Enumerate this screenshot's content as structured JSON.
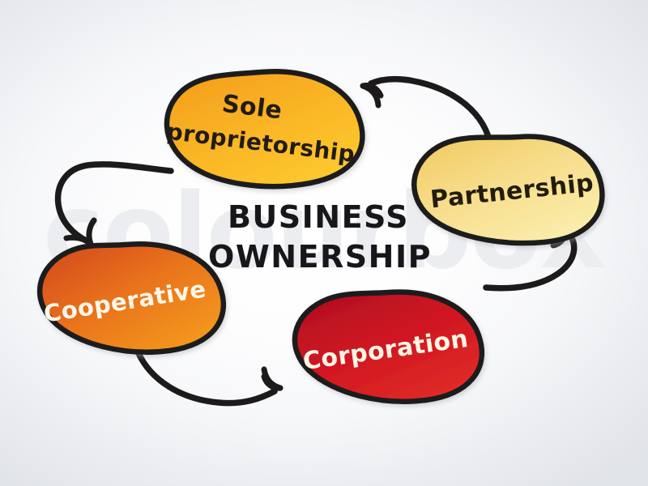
{
  "diagram": {
    "type": "cycle-mind-map",
    "center_title_line1": "BUSINESS",
    "center_title_line2": "OWNERSHIP",
    "background_color": "#e2e5e9",
    "background_center_color": "#ffffff",
    "stroke_color": "#1a1a1a",
    "nodes": [
      {
        "id": "sole-proprietorship",
        "label_line1": "Sole",
        "label_line2": "proprietorship",
        "fill_start": "#f5a623",
        "fill_end": "#fdc82f",
        "text_color": "#211b12",
        "position": "top"
      },
      {
        "id": "partnership",
        "label_line1": "Partnership",
        "label_line2": "",
        "fill_start": "#f2d06b",
        "fill_end": "#fae9a6",
        "text_color": "#1f1a10",
        "position": "right"
      },
      {
        "id": "corporation",
        "label_line1": "Corporation",
        "label_line2": "",
        "fill_start": "#b91221",
        "fill_end": "#e02a26",
        "text_color": "#fdf6e6",
        "position": "bottom"
      },
      {
        "id": "cooperative",
        "label_line1": "Cooperative",
        "label_line2": "",
        "fill_start": "#d9521b",
        "fill_end": "#f2941f",
        "text_color": "#fdf7e8",
        "position": "left"
      }
    ],
    "arrows": [
      {
        "id": "arrow-partnership-to-sole",
        "from": "partnership",
        "to": "sole-proprietorship"
      },
      {
        "id": "arrow-sole-to-cooperative",
        "from": "sole-proprietorship",
        "to": "cooperative"
      },
      {
        "id": "arrow-cooperative-to-corporation",
        "from": "cooperative",
        "to": "corporation"
      },
      {
        "id": "arrow-corporation-to-partnership",
        "from": "corporation",
        "to": "partnership"
      }
    ]
  },
  "watermark": {
    "text": "colourbox",
    "color": "#eceef1"
  }
}
